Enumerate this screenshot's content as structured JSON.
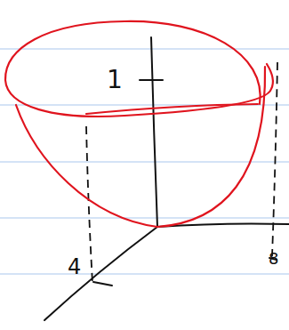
{
  "diagram": {
    "labels": [
      "1",
      "4",
      "8"
    ]
  }
}
